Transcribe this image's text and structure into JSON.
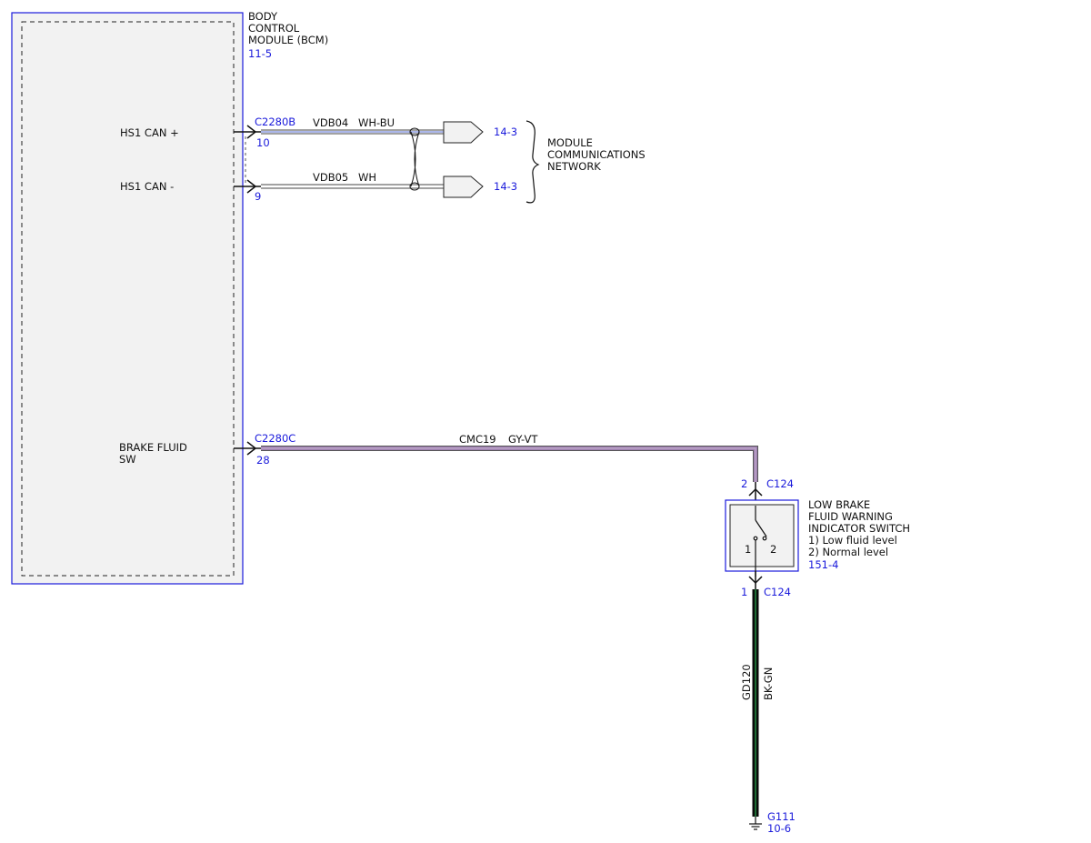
{
  "colors": {
    "module_border": "#1a1adb",
    "module_fill": "#f2f2f2",
    "reference_text": "#1a1adb",
    "wire_wh_bu": "#5a6fd6",
    "wire_gy_vt": "#9e7fb0",
    "wire_bk_gn": "#1d6b33"
  },
  "bcm": {
    "title_lines": [
      "BODY",
      "CONTROL",
      "MODULE (BCM)"
    ],
    "ref": "11-5",
    "pins": [
      {
        "label": "HS1 CAN +",
        "connector": "C2280B",
        "pin": "10",
        "circuit": "VDB04",
        "color": "WH-BU",
        "destination": "14-3"
      },
      {
        "label": "HS1 CAN -",
        "connector": "",
        "pin": "9",
        "circuit": "VDB05",
        "color": "WH",
        "destination": "14-3"
      }
    ],
    "brake_pin": {
      "label_lines": [
        "BRAKE FLUID",
        "SW"
      ],
      "connector": "C2280C",
      "pin": "28",
      "circuit": "CMC19",
      "color": "GY-VT"
    }
  },
  "network": {
    "label_lines": [
      "MODULE",
      "COMMUNICATIONS",
      "NETWORK"
    ]
  },
  "switch": {
    "title_lines": [
      "LOW BRAKE",
      "FLUID WARNING",
      "INDICATOR SWITCH",
      "1) Low fluid level",
      "2) Normal level"
    ],
    "ref": "151-4",
    "pos1": "1",
    "pos2": "2",
    "top_connector": {
      "pin": "2",
      "name": "C124"
    },
    "bottom_connector": {
      "pin": "1",
      "name": "C124"
    }
  },
  "ground_wire": {
    "circuit": "GD120",
    "color": "BK-GN"
  },
  "ground": {
    "name": "G111",
    "ref": "10-6"
  }
}
